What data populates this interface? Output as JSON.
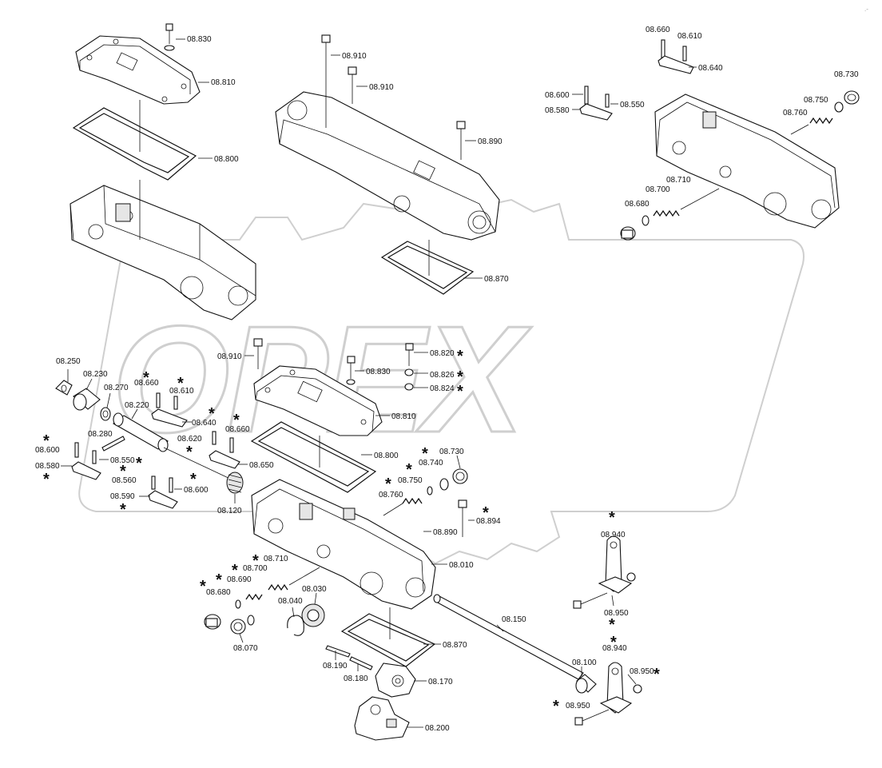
{
  "watermark": {
    "text": "OPEX"
  },
  "top_left_group": {
    "labels": {
      "cover_bolt": "08.830",
      "cover": "08.810",
      "gasket": "08.800"
    }
  },
  "top_center_group": {
    "labels": {
      "bolt_a": "08.910",
      "bolt_b": "08.910",
      "bolt_c": "08.890",
      "gasket": "08.870"
    }
  },
  "top_right_group": {
    "labels": {
      "pin_660": "08.660",
      "pin_610": "08.610",
      "plate_640": "08.640",
      "pin_600": "08.600",
      "pin_550": "08.550",
      "plate_580": "08.580",
      "plug_730": "08.730",
      "ring_750": "08.750",
      "spring_760": "08.760",
      "spring_710": "08.710",
      "ring_700": "08.700",
      "plug_680": "08.680"
    }
  },
  "main_group": {
    "labels": {
      "bolt_910": "08.910",
      "bolt_820": "08.820",
      "bolt_830": "08.830",
      "ring_826": "08.826",
      "ring_824": "08.824",
      "ring_250": "08.250",
      "bushing_230": "08.230",
      "pin_660": "08.660",
      "pin_610": "08.610",
      "ring_270": "08.270",
      "shaft_220": "08.220",
      "plate_640": "08.640",
      "cover_810": "08.810",
      "pin_620": "08.620",
      "pin_660b": "08.660",
      "pin_280": "08.280",
      "pin_600a": "08.600",
      "pin_550": "08.550",
      "plate_580": "08.580",
      "plate_650": "08.650",
      "gasket_800": "08.800",
      "plug_730": "08.730",
      "ring_740": "08.740",
      "pin_560": "08.560",
      "pin_600b": "08.600",
      "spring_750": "08.750",
      "plate_590": "08.590",
      "spring_760": "08.760",
      "gear_120": "08.120",
      "bolt_894": "08.894",
      "bolt_890": "08.890",
      "housing_010": "08.010",
      "lever_940a": "08.940",
      "spring_710": "08.710",
      "ring_700": "08.700",
      "ring_690": "08.690",
      "plug_680": "08.680",
      "gear_030": "08.030",
      "ring_040": "08.040",
      "bolt_950a": "08.950",
      "shaft_150": "08.150",
      "plug_070": "08.070",
      "gasket_870": "08.870",
      "lever_940b": "08.940",
      "bushing_100": "08.100",
      "bolt_950b": "08.950",
      "pin_190": "08.190",
      "pin_180": "08.180",
      "fork_170": "08.170",
      "bolt_950c": "08.950",
      "bracket_200": "08.200"
    }
  }
}
